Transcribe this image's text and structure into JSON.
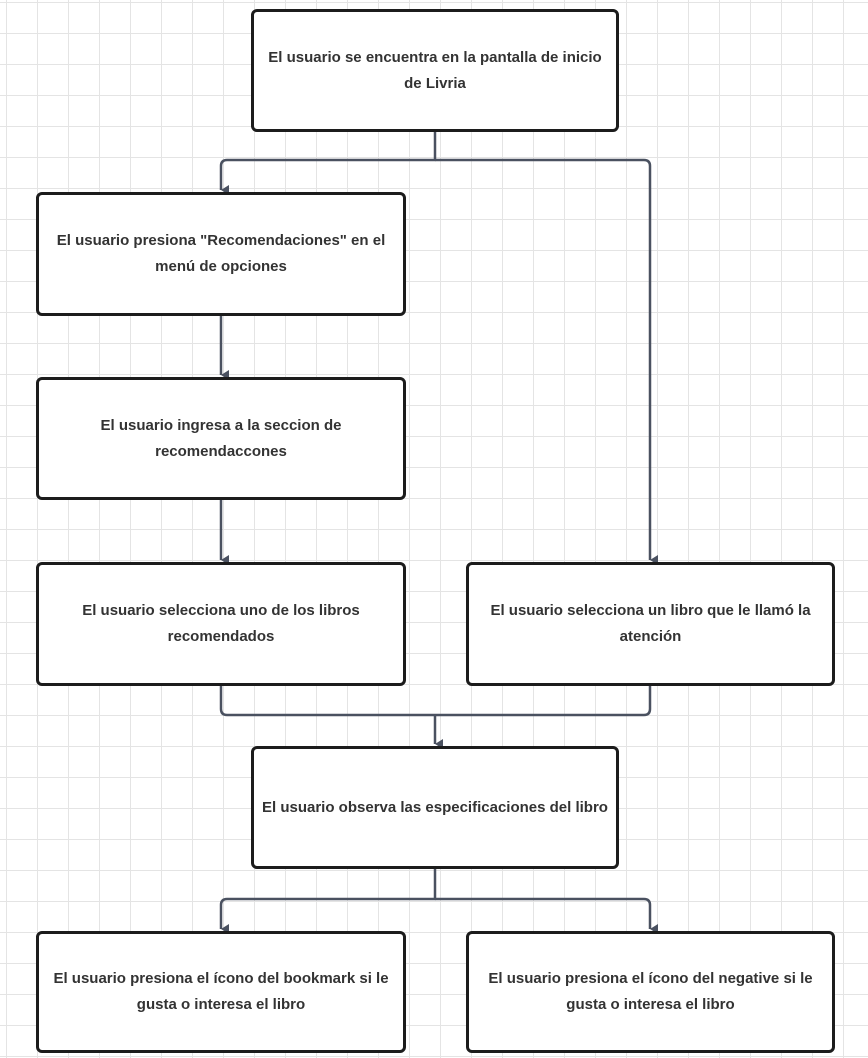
{
  "colors": {
    "node_border": "#1c1c1c",
    "node_text": "#333333",
    "connector": "#4a5160",
    "grid": "#e4e4e4"
  },
  "nodes": {
    "start": "El usuario se encuentra en la pantalla de inicio de Livria",
    "press_recommendations": "El usuario presiona \"Recomendaciones\" en el menú de opciones",
    "enter_recommendations": "El usuario ingresa a la seccion de recomendaccones",
    "select_recommended": "El usuario selecciona uno de los libros recomendados",
    "select_interesting": "El usuario selecciona un libro que le llamó la atención",
    "observe_specs": "El usuario observa las especificaciones del libro",
    "press_bookmark": "El usuario presiona el ícono del bookmark si le gusta o interesa el libro",
    "press_negative": "El usuario presiona el ícono del negative si le gusta o interesa el libro"
  },
  "edges": [
    {
      "from": "start",
      "to": "press_recommendations"
    },
    {
      "from": "start",
      "to": "select_interesting"
    },
    {
      "from": "press_recommendations",
      "to": "enter_recommendations"
    },
    {
      "from": "enter_recommendations",
      "to": "select_recommended"
    },
    {
      "from": "select_recommended",
      "to": "observe_specs"
    },
    {
      "from": "select_interesting",
      "to": "observe_specs"
    },
    {
      "from": "observe_specs",
      "to": "press_bookmark"
    },
    {
      "from": "observe_specs",
      "to": "press_negative"
    }
  ]
}
